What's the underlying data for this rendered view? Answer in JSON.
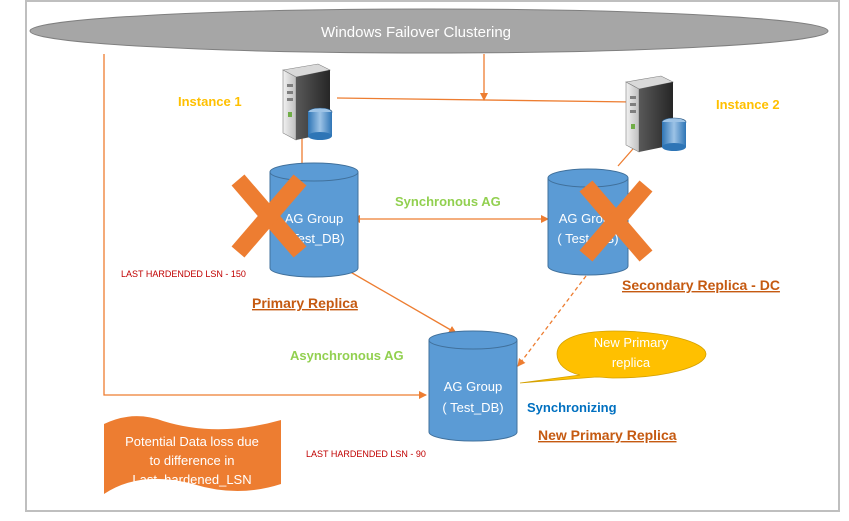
{
  "cluster": {
    "label": "Windows Failover Clustering"
  },
  "instances": [
    {
      "label": "Instance 1"
    },
    {
      "label": "Instance 2"
    }
  ],
  "links": {
    "sync_label": "Synchronous AG",
    "async_label": "Asynchronous AG"
  },
  "primary": {
    "db_line1": "AG Group",
    "db_line2": "( Test_DB)",
    "role": "Primary Replica",
    "lsn": "LAST HARDENDED LSN - 150"
  },
  "secondary": {
    "db_line1": "AG Group",
    "db_line2": "( Test_DB)",
    "role": "Secondary Replica - DC"
  },
  "new_primary": {
    "db_line1": "AG Group",
    "db_line2": "( Test_DB)",
    "state": "Synchronizing",
    "role": "New Primary Replica",
    "lsn": "LAST HARDENDED LSN - 90"
  },
  "callout": {
    "line1": "New Primary",
    "line2": "replica"
  },
  "note": {
    "line1": "Potential Data loss due",
    "line2": "to difference in",
    "line3": "Last_hardened_LSN"
  },
  "colors": {
    "cylinder": "#5b9bd5",
    "cylinder_stroke": "#41719c",
    "connector": "#ed7d31",
    "callout": "#ffc000",
    "cross": "#ed7d31",
    "instance_label": "#ffc000",
    "link_label": "#92d050",
    "lsn_label": "#c00000",
    "sync_state": "#0070c0",
    "role_label": "#c55a11",
    "banner": "#a6a6a6"
  }
}
